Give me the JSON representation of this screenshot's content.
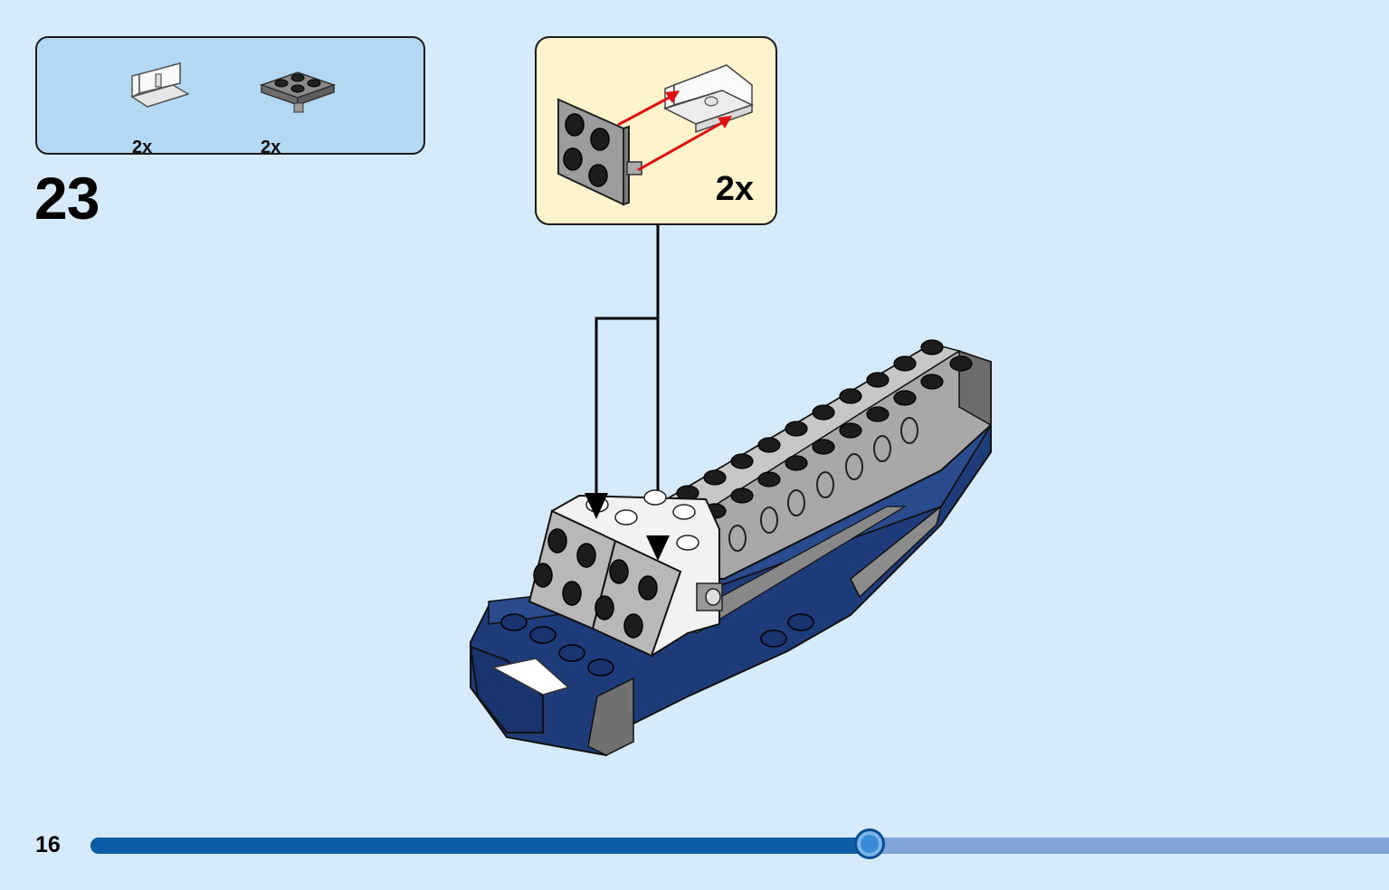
{
  "step": {
    "number": "23"
  },
  "parts_list": [
    {
      "icon": "angle-bracket-icon",
      "quantity": "2x"
    },
    {
      "icon": "plate-with-pin-icon",
      "quantity": "2x"
    }
  ],
  "sub_assembly": {
    "quantity": "2x"
  },
  "footer": {
    "page_number": "16",
    "progress": 0.6
  },
  "colors": {
    "background": "#d5ebfb",
    "parts_box": "#b3d8f4",
    "callout": "#fdf3cc",
    "dark_blue": "#1f3c7a",
    "progress_fill": "#0d5ca8",
    "progress_track": "#7fa3d6",
    "arrow_red": "#e01010"
  }
}
